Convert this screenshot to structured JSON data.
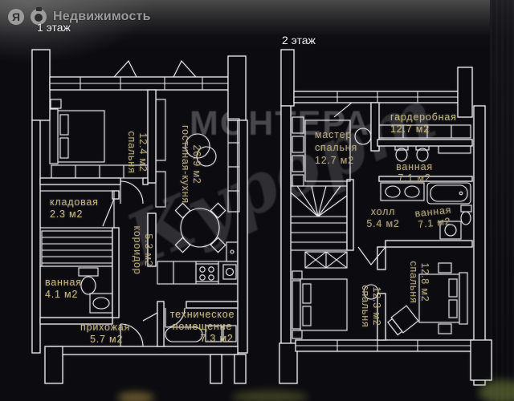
{
  "header": {
    "brand_letter": "Я",
    "brand": "Недвижимость"
  },
  "watermark": {
    "title": "МОНТЕРА",
    "subtitle": "Курорт"
  },
  "floor1": {
    "title": "1 этаж",
    "bedroom": {
      "name": "спальня",
      "area": "12.4 м2"
    },
    "living": {
      "name": "гостиная-кухня",
      "area": "26.9 м2"
    },
    "storage": {
      "name": "кладовая",
      "area": "2.3 м2"
    },
    "corridor": {
      "name": "короидор",
      "area": "5.3 м2"
    },
    "bath": {
      "name": "ванная",
      "area": "4.1 м2"
    },
    "hallway": {
      "name": "прихожая",
      "area": "5.7 м2"
    },
    "tech": {
      "line1": "техническое",
      "line2": "помещение",
      "area": "7.3 м2"
    }
  },
  "floor2": {
    "title": "2 этаж",
    "master": {
      "line1": "мастер",
      "line2": "спальня",
      "area": "12.7 м2"
    },
    "wardrobe": {
      "name": "гардеробная",
      "area": "12.7 м2"
    },
    "bath1": {
      "name": "ванная",
      "area": "7.1 м2"
    },
    "hall": {
      "name": "холл",
      "area": "5.4 м2"
    },
    "bath2": {
      "name": "ванная",
      "area": "7.1 м2"
    },
    "bedroom1": {
      "name": "спальня",
      "area": "12.3 м2"
    },
    "bedroom2": {
      "name": "спальня",
      "area": "12.8 м2"
    }
  },
  "colors": {
    "background": "#0b0b10",
    "lines": "#eeeeee",
    "labels": "#b2a577",
    "watermark": "#a5a5a5"
  }
}
